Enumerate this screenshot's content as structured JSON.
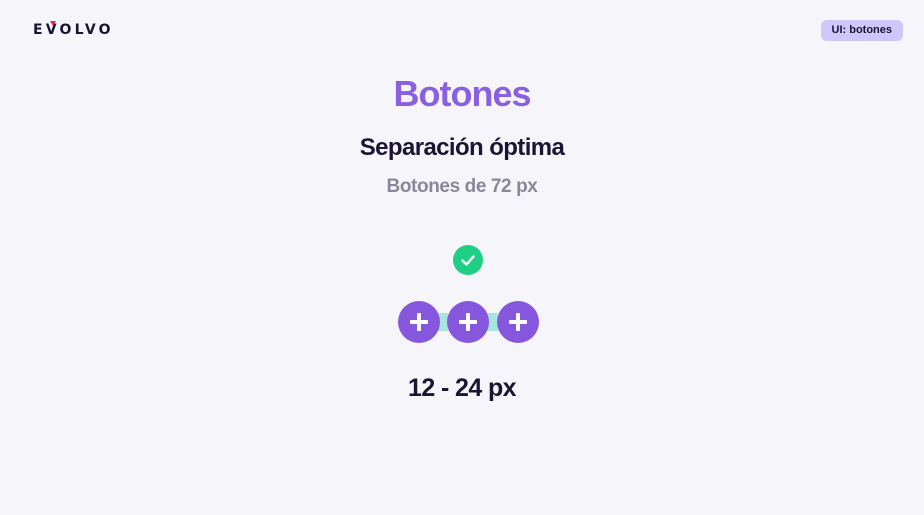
{
  "header": {
    "logo_text": "EVOLVO",
    "tag_label": "UI: botones"
  },
  "slide": {
    "title": "Botones",
    "subtitle": "Separación óptima",
    "caption": "Botones de 72 px",
    "measurement": "12 - 24 px"
  },
  "icons": {
    "check": "check-icon",
    "plus": "plus-icon"
  },
  "colors": {
    "background": "#f6f5fa",
    "accent": "#8a5fe0",
    "button": "#8656dc",
    "success": "#1fcf86",
    "gap_highlight": "#a8e6e0",
    "tag_background": "#cfc7fb",
    "logo_mark": "#e0245e"
  }
}
